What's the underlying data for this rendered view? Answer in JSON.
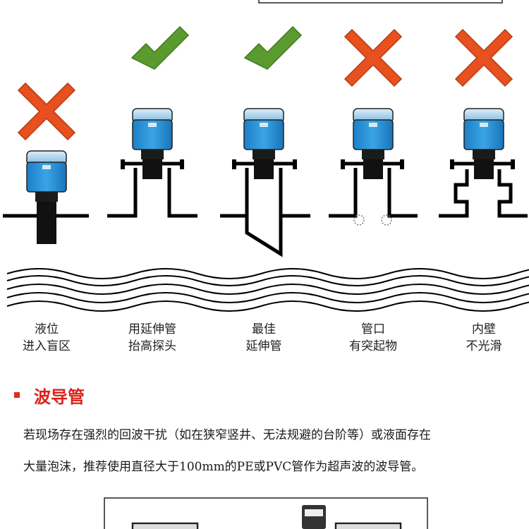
{
  "installs": [
    {
      "status": "wrong",
      "label_line1": "液位",
      "label_line2": "进入盲区"
    },
    {
      "status": "correct",
      "label_line1": "用延伸管",
      "label_line2": "抬高探头"
    },
    {
      "status": "correct",
      "label_line1": "最佳",
      "label_line2": "延伸管"
    },
    {
      "status": "wrong",
      "label_line1": "管口",
      "label_line2": "有突起物"
    },
    {
      "status": "wrong",
      "label_line1": "内壁",
      "label_line2": "不光滑"
    }
  ],
  "icons": {
    "correct": "check-mark-icon",
    "wrong": "cross-mark-icon",
    "sensor": "ultrasonic-level-sensor-icon"
  },
  "colors": {
    "check": "#5b9a2e",
    "cross": "#e8501f",
    "sensor_body": "#2f95d9",
    "accent_red": "#d8231a"
  },
  "section": {
    "title": "波导管",
    "paragraph_line1": "若现场存在强烈的回波干扰（如在狭窄竖井、无法规避的台阶等）或液面存在",
    "paragraph_line2": "大量泡沫，推荐使用直径大于100mm的PE或PVC管作为超声波的波导管。"
  }
}
